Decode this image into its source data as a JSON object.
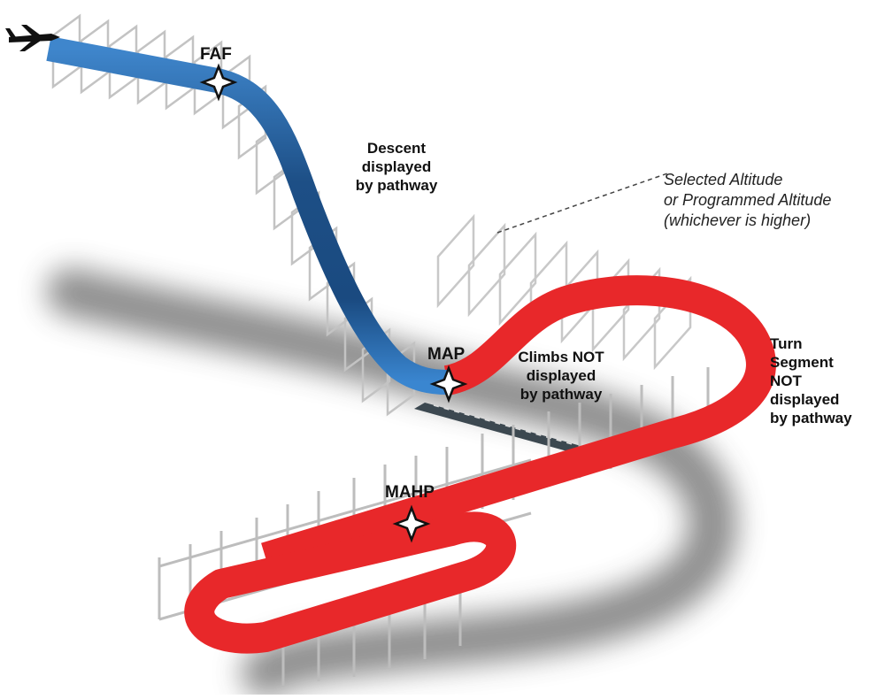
{
  "fixes": {
    "faf": "FAF",
    "map": "MAP",
    "mahp": "MAHP"
  },
  "annotations": {
    "descent_line1": "Descent displayed",
    "descent_line2": "by pathway",
    "climbs_line1": "Climbs NOT displayed",
    "climbs_line2": "by pathway",
    "turn_line1": "Turn Segment",
    "turn_line2": "NOT displayed",
    "turn_line3": "by pathway",
    "altitude_line1": "Selected Altitude",
    "altitude_line2": "or Programmed Altitude",
    "altitude_line3": "(whichever is higher)"
  },
  "colors": {
    "pathway_blue": "#2f73b8",
    "pathway_dark_blue": "#1b4a80",
    "missed_red": "#e8282a",
    "box_gray": "#b8b8b8",
    "shadow": "#555555"
  },
  "icons": {
    "aircraft": "airplane-icon",
    "waypoint": "four-point-star-icon"
  }
}
